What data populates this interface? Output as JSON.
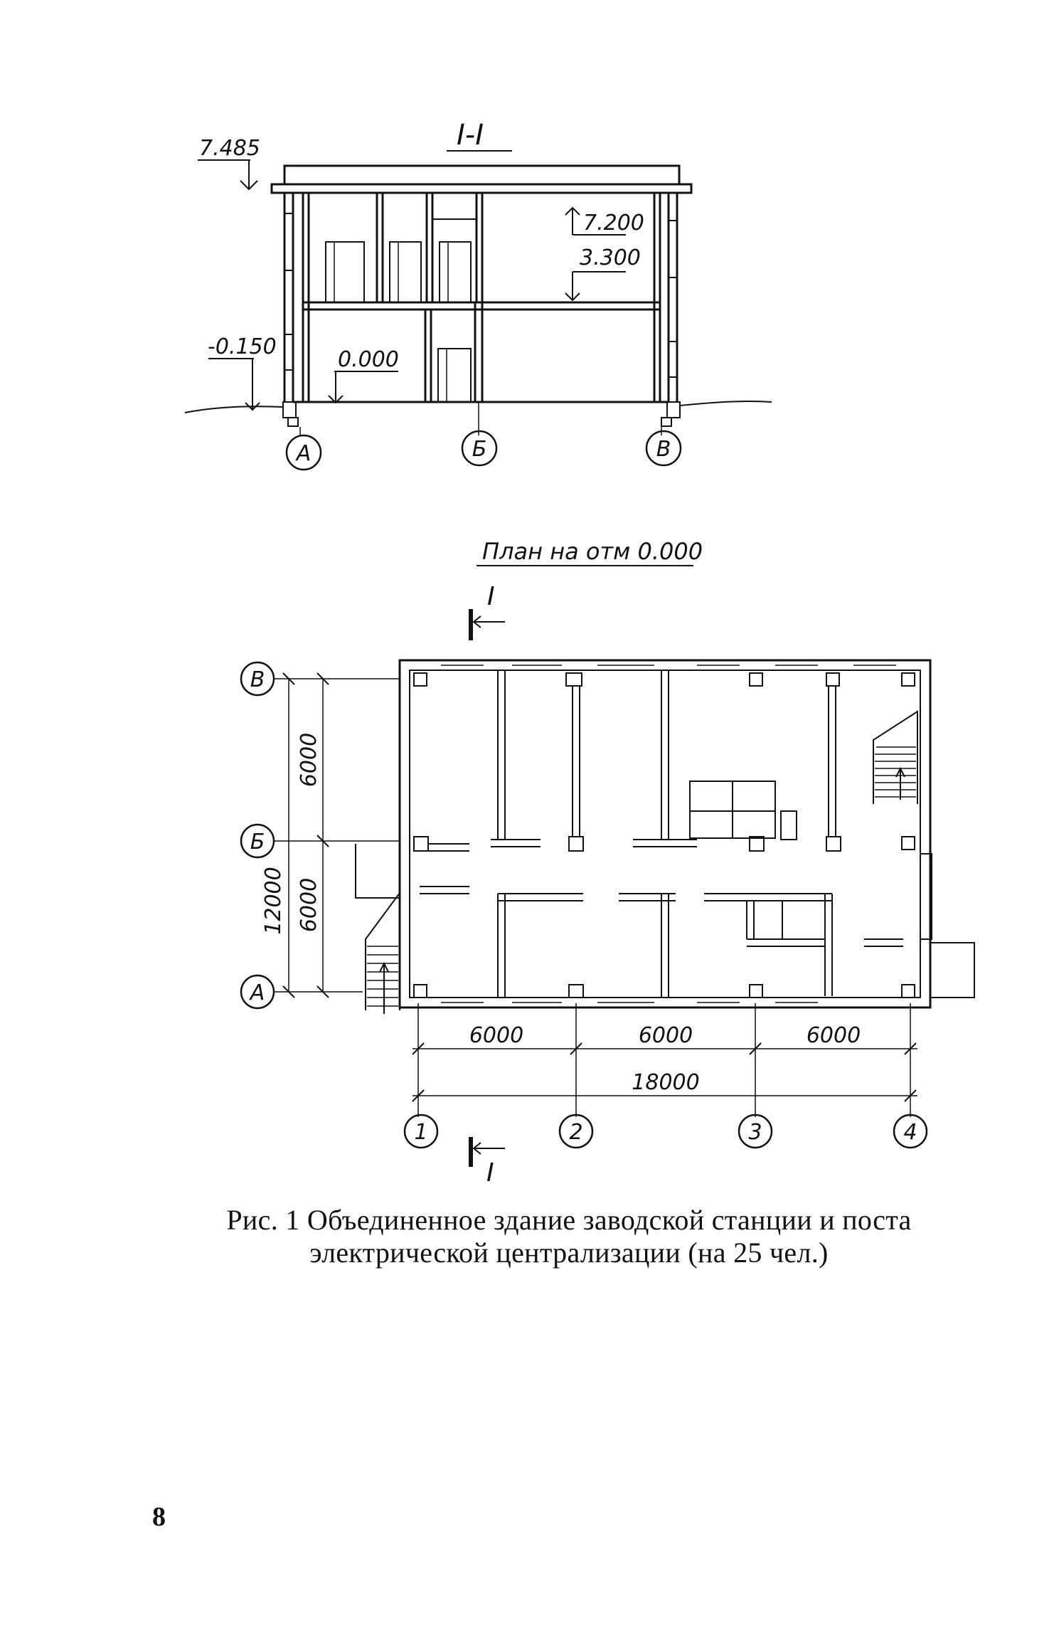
{
  "section": {
    "title": "I-I",
    "elev_roof": "7.485",
    "elev_upper": "7.200",
    "elev_middle": "3.300",
    "elev_ground": "-0.150",
    "elev_floor": "0.000",
    "axes": [
      "А",
      "Б",
      "В"
    ]
  },
  "plan": {
    "title": "План на отм 0.000",
    "cut_label_top": "I",
    "cut_label_bottom": "I",
    "row_axes": [
      "В",
      "Б",
      "А"
    ],
    "col_axes": [
      "1",
      "2",
      "3",
      "4"
    ],
    "dim_vertical_upper": "6000",
    "dim_vertical_lower": "6000",
    "dim_vertical_total": "12000",
    "dim_bays": [
      "6000",
      "6000",
      "6000"
    ],
    "dim_total": "18000"
  },
  "caption": {
    "line1": "Рис. 1 Объединенное здание заводской станции и поста",
    "line2": "электрической централизации (на 25 чел.)"
  },
  "page_number": "8"
}
